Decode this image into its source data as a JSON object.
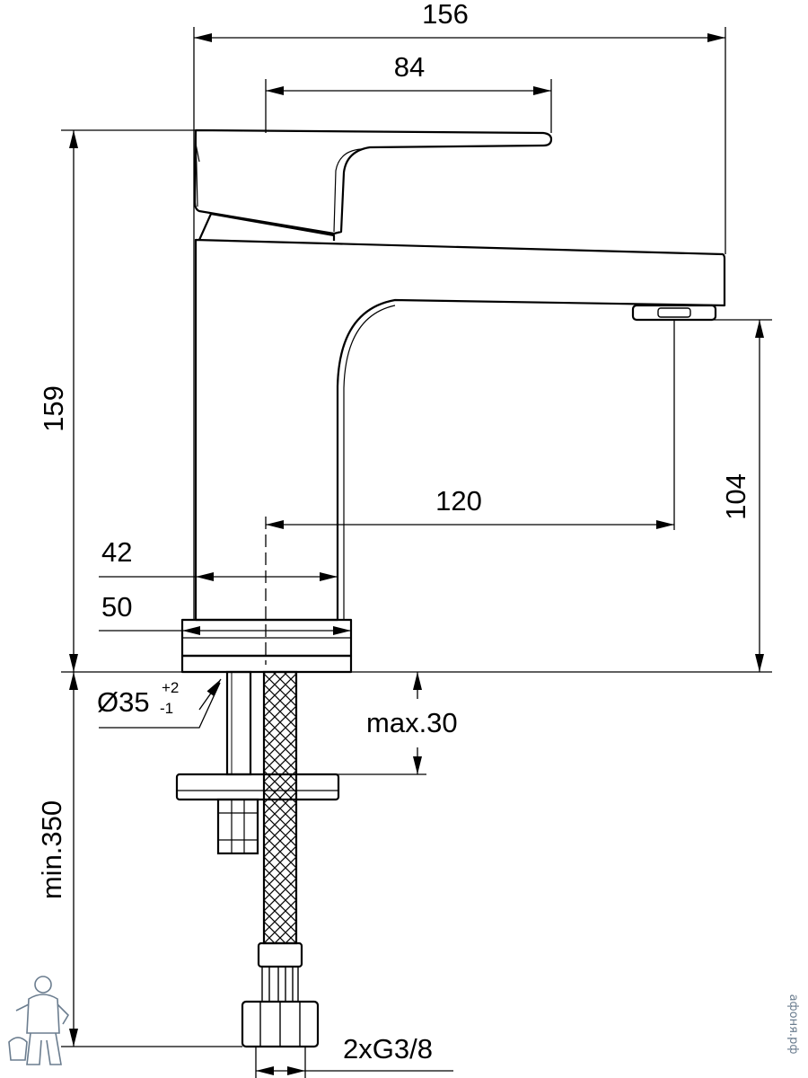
{
  "drawing": {
    "dimensions": {
      "overall_length": "156",
      "lever_length": "84",
      "overall_height": "159",
      "outlet_height": "104",
      "spout_reach": "120",
      "body_width": "42",
      "base_width": "50",
      "hole_diameter_prefix": "Ø35",
      "hole_tol_plus": "+2",
      "hole_tol_minus": "-1",
      "max_deck_thickness": "max.30",
      "min_hose_length": "min.350",
      "connection": "2xG3/8"
    },
    "watermark": {
      "text": "афоня.рф",
      "logo": "plumber-mascot"
    }
  }
}
